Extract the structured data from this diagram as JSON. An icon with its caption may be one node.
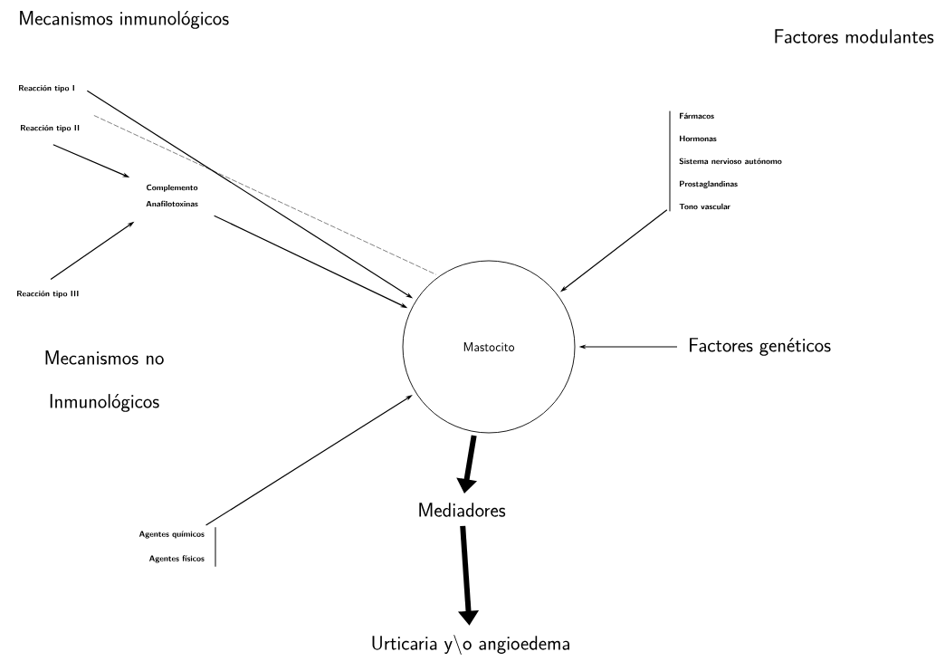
{
  "diagram": {
    "nodes": [
      {
        "text": [
          "Reacción tipo I"
        ]
      },
      {
        "text": [
          "Reacción tipo II"
        ]
      },
      {
        "text": [
          "Complemento",
          "Anafilotoxinas"
        ]
      },
      {
        "text": [
          "Reacción tipo III"
        ]
      },
      {
        "text": [
          "Mastocito"
        ]
      },
      {
        "text": [
          "Fármacos",
          "Hormonas",
          "Sistema nervioso autónomo",
          "Prostaglandinas",
          "Tono vascular"
        ]
      },
      {
        "text": [
          "Factores genéticos"
        ]
      },
      {
        "text": [
          "Agentes químicos",
          "Agentes físicos"
        ]
      },
      {
        "text": [
          "Mediadores"
        ]
      },
      {
        "text": [
          "Urticaria y\\o angioedema"
        ]
      }
    ],
    "edges": [
      {
        "from": 0,
        "to": 4,
        "arrow": "to"
      },
      {
        "from": 1,
        "to": 4,
        "arrow": "none",
        "style": "dashed"
      },
      {
        "from": 1,
        "to": 2,
        "arrow": "to"
      },
      {
        "from": 3,
        "to": 2,
        "arrow": "to"
      },
      {
        "from": 2,
        "to": 4,
        "arrow": "to"
      },
      {
        "from": 5,
        "to": 4,
        "arrow": "to"
      },
      {
        "from": 6,
        "to": 4,
        "arrow": "to"
      },
      {
        "from": 7,
        "to": 4,
        "arrow": "to"
      },
      {
        "from": 4,
        "to": 8,
        "arrow": "to",
        "style": "thick"
      },
      {
        "from": 8,
        "to": 9,
        "arrow": "to",
        "style": "thick"
      }
    ],
    "labels": [
      "Mecanismos inmunológicos",
      "Factores modulantes",
      "Mecanismos no Inmunológicos"
    ]
  }
}
